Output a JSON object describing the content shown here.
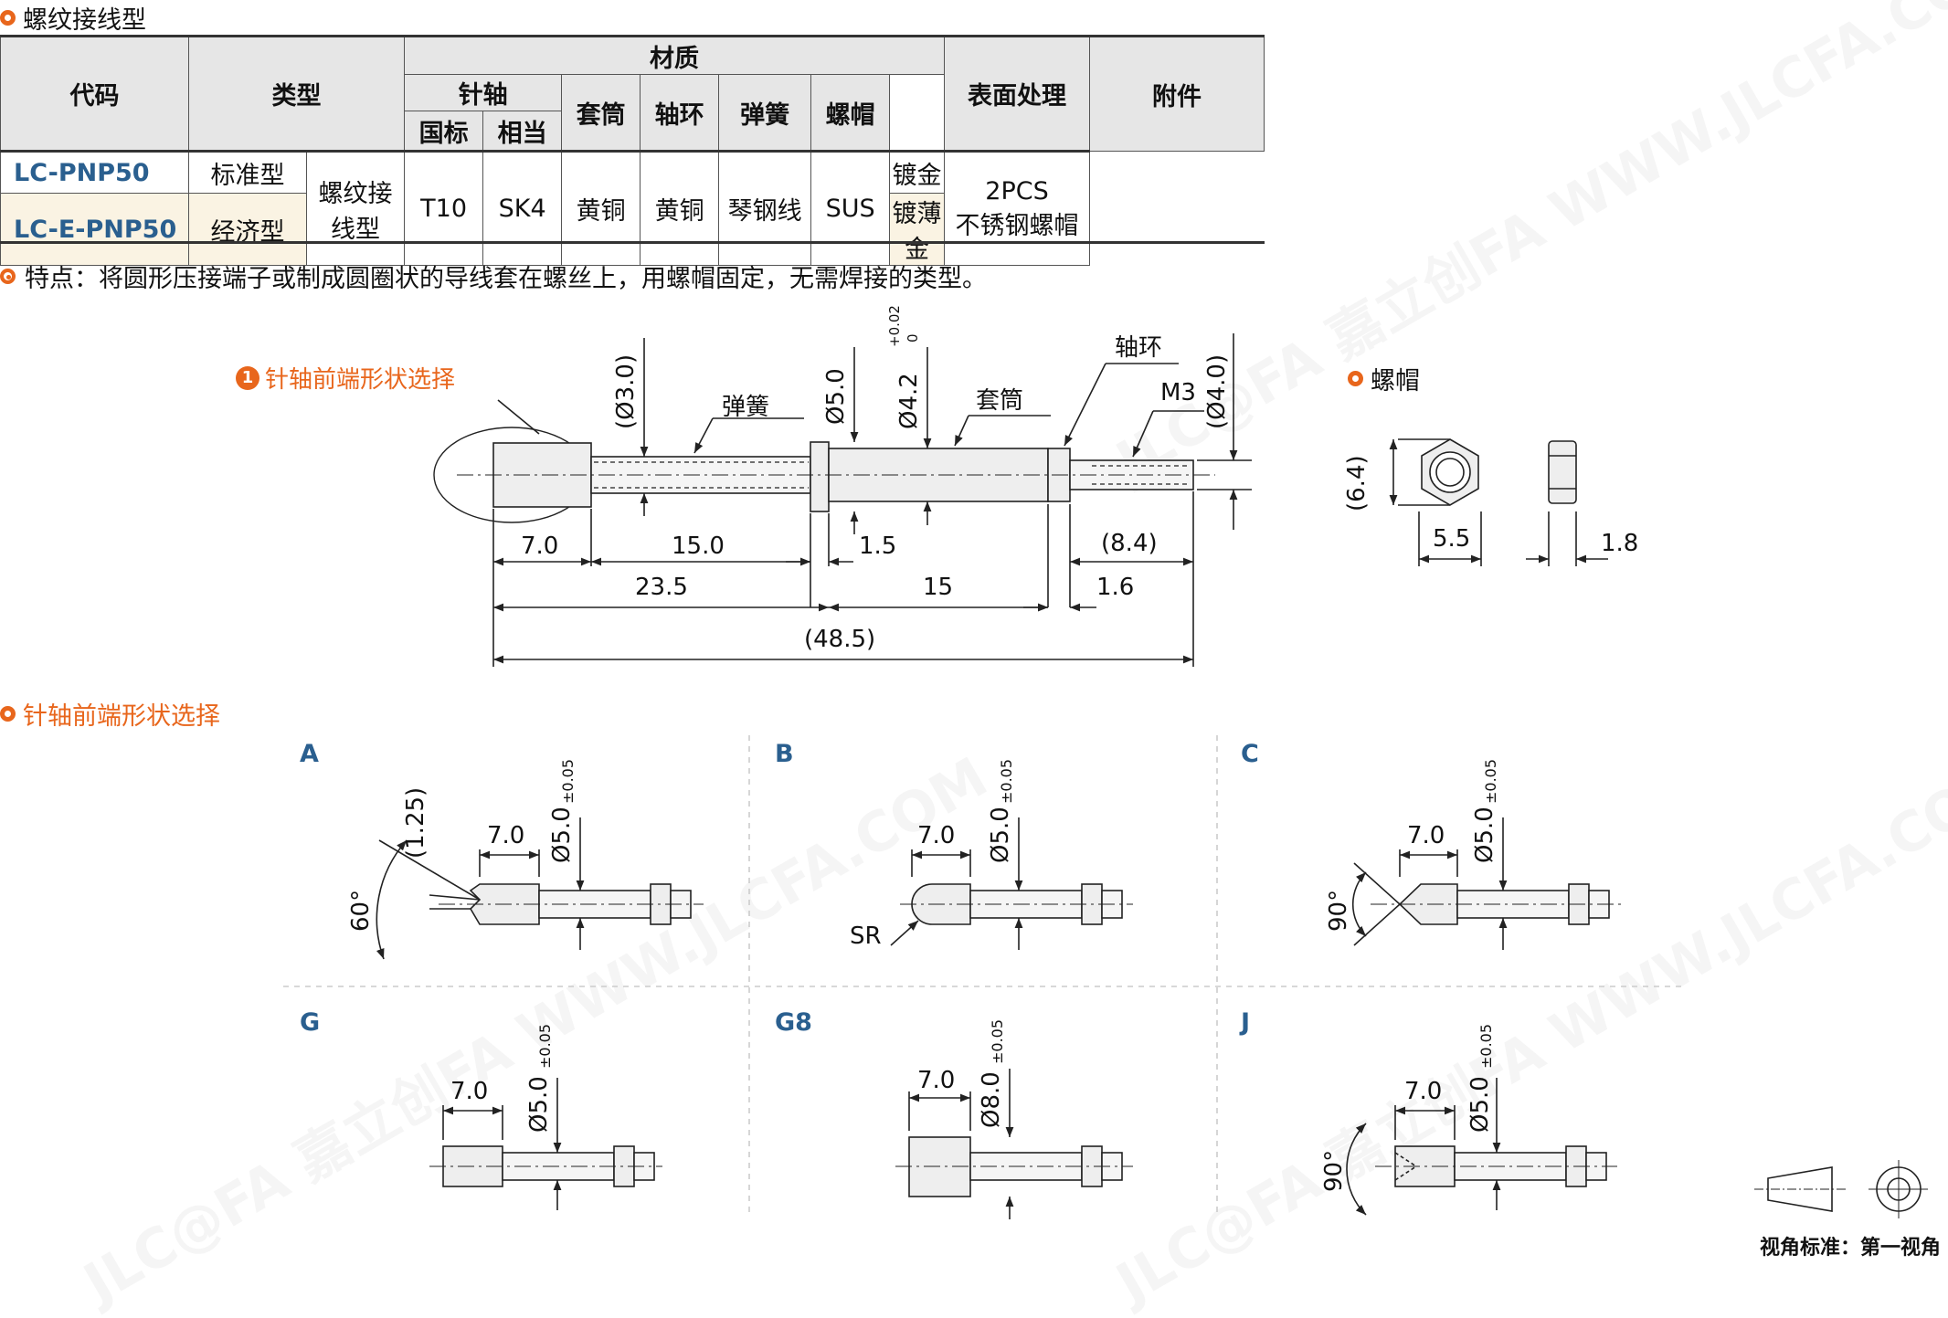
{
  "section_title": "螺纹接线型",
  "table": {
    "headers": {
      "code": "代码",
      "type": "类型",
      "material": "材质",
      "pin": "针轴",
      "pin_gb": "国标",
      "pin_eq": "相当",
      "sleeve": "套筒",
      "collar": "轴环",
      "spring": "弹簧",
      "nut": "螺帽",
      "surface": "表面处理",
      "accessory": "附件"
    },
    "rows": [
      {
        "code": "LC-PNP50",
        "type": "标准型",
        "surface": "镀金"
      },
      {
        "code": "LC-E-PNP50",
        "type": "经济型",
        "surface": "镀薄金"
      }
    ],
    "shared": {
      "subtype": "螺纹接线型",
      "pin_gb": "T10",
      "pin_eq": "SK4",
      "sleeve": "黄铜",
      "collar": "黄铜",
      "spring": "琴钢线",
      "nut": "SUS",
      "accessory_line1": "2PCS",
      "accessory_line2": "不锈钢螺帽"
    }
  },
  "feature_note": "特点：将圆形压接端子或制成圆圈状的导线套在螺丝上，用螺帽固定，无需焊接的类型。",
  "main_drawing": {
    "callout": "针轴前端形状选择",
    "callout_num": "1",
    "labels": {
      "spring": "弹簧",
      "sleeve": "套筒",
      "collar": "轴环",
      "thread": "M3",
      "d30": "(Ø3.0)",
      "d50": "Ø5.0",
      "d42": "Ø4.2",
      "tol_up": "+0.02",
      "tol_lo": "0",
      "d40": "(Ø4.0)",
      "l70": "7.0",
      "l150": "15.0",
      "l15a": "1.5",
      "l84": "(8.4)",
      "l235": "23.5",
      "l15": "15",
      "l16": "1.6",
      "l485": "(48.5)"
    }
  },
  "nut_drawing": {
    "title": "螺帽",
    "h": "(6.4)",
    "w": "5.5",
    "t": "1.8"
  },
  "tip_section": {
    "title": "针轴前端形状选择",
    "variants": [
      {
        "id": "A",
        "len": "7.0",
        "dia": "Ø5.0",
        "tol": "±0.05",
        "angle": "60°",
        "extra": "(1.25)"
      },
      {
        "id": "B",
        "len": "7.0",
        "dia": "Ø5.0",
        "tol": "±0.05",
        "extra": "SR"
      },
      {
        "id": "C",
        "len": "7.0",
        "dia": "Ø5.0",
        "tol": "±0.05",
        "angle": "90°"
      },
      {
        "id": "G",
        "len": "7.0",
        "dia": "Ø5.0",
        "tol": "±0.05"
      },
      {
        "id": "G8",
        "len": "7.0",
        "dia": "Ø8.0",
        "tol": "±0.05"
      },
      {
        "id": "J",
        "len": "7.0",
        "dia": "Ø5.0",
        "tol": "±0.05",
        "angle": "90°"
      }
    ]
  },
  "projection_caption": "视角标准：第一视角",
  "watermark": "JLC@FA 嘉立创FA WWW.JLCFA.COM"
}
